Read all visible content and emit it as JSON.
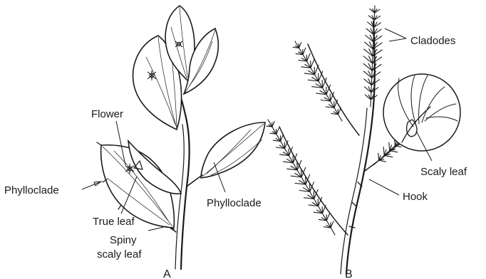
{
  "figure_labels": {
    "a": {
      "flower": "Flower",
      "phylloclade_left": "Phylloclade",
      "true_leaf": "True leaf",
      "spiny_line1": "Spiny",
      "spiny_line2": "scaly leaf",
      "phylloclade_right": "Phylloclade"
    },
    "b": {
      "cladodes": "Cladodes",
      "scaly_leaf": "Scaly leaf",
      "hook": "Hook"
    }
  },
  "captions": {
    "a": "A",
    "b": "B"
  }
}
